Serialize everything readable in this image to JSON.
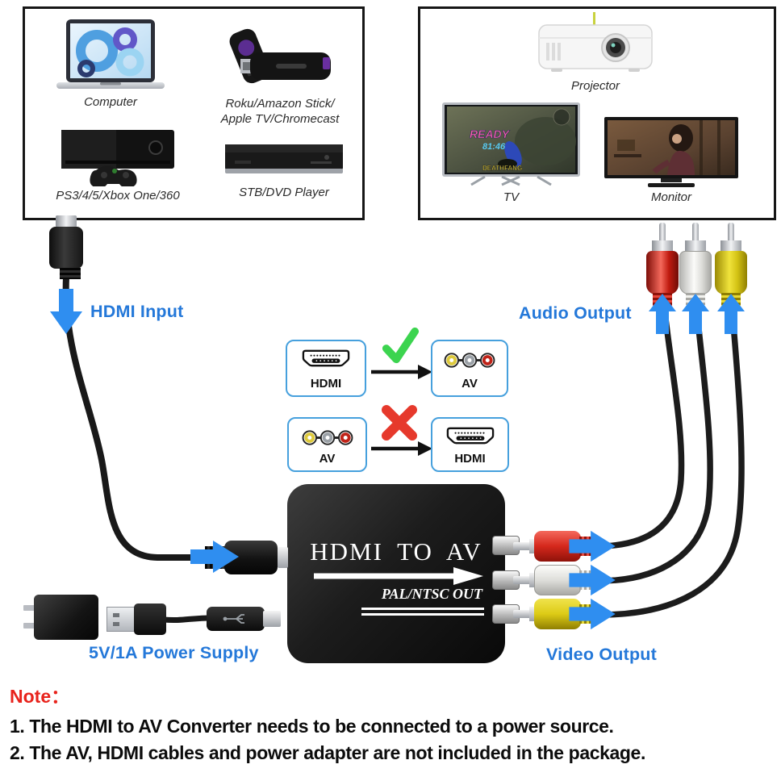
{
  "palette": {
    "label_blue": "#2478d9",
    "arrow_blue": "#2f8ef0",
    "check_green": "#3cd44f",
    "cross_red": "#e6392c",
    "note_red": "#e8231c",
    "rca_red": "#d5281c",
    "rca_white": "#e9e9e6",
    "rca_yellow": "#ddcb16"
  },
  "icons": {
    "check": "check-icon",
    "cross": "cross-icon",
    "blue_arrow": "direction-arrow-icon",
    "hdmi": "hdmi-connector-icon",
    "av": "av-rca-icon"
  },
  "source_box": {
    "devices": [
      {
        "name": "computer",
        "label": "Computer"
      },
      {
        "name": "streaming-stick",
        "label": "Roku/Amazon Stick/\nApple TV/Chromecast"
      },
      {
        "name": "game-console",
        "label": "PS3/4/5/Xbox One/360"
      },
      {
        "name": "stb-dvd-player",
        "label": "STB/DVD Player"
      }
    ]
  },
  "display_box": {
    "devices": [
      {
        "name": "projector",
        "label": "Projector"
      },
      {
        "name": "tv",
        "label": "TV"
      },
      {
        "name": "monitor",
        "label": "Monitor"
      }
    ]
  },
  "tv_screen": {
    "ready": "READY",
    "score": "81:46",
    "banner": "DEATHFANG"
  },
  "labels": {
    "hdmi_input": "HDMI Input",
    "audio_output": "Audio Output",
    "video_output": "Video Output",
    "power_supply": "5V/1A Power Supply"
  },
  "conversion": {
    "rows": [
      {
        "from": "HDMI",
        "to": "AV",
        "allowed": true
      },
      {
        "from": "AV",
        "to": "HDMI",
        "allowed": false
      }
    ]
  },
  "converter": {
    "title": "HDMI TO AV",
    "subtitle": "PAL/NTSC OUT"
  },
  "note": {
    "heading": "Note：",
    "lines": [
      "1. The HDMI to AV Converter needs to be connected to a power source.",
      "2. The AV, HDMI cables and power adapter are not included in the package."
    ]
  }
}
